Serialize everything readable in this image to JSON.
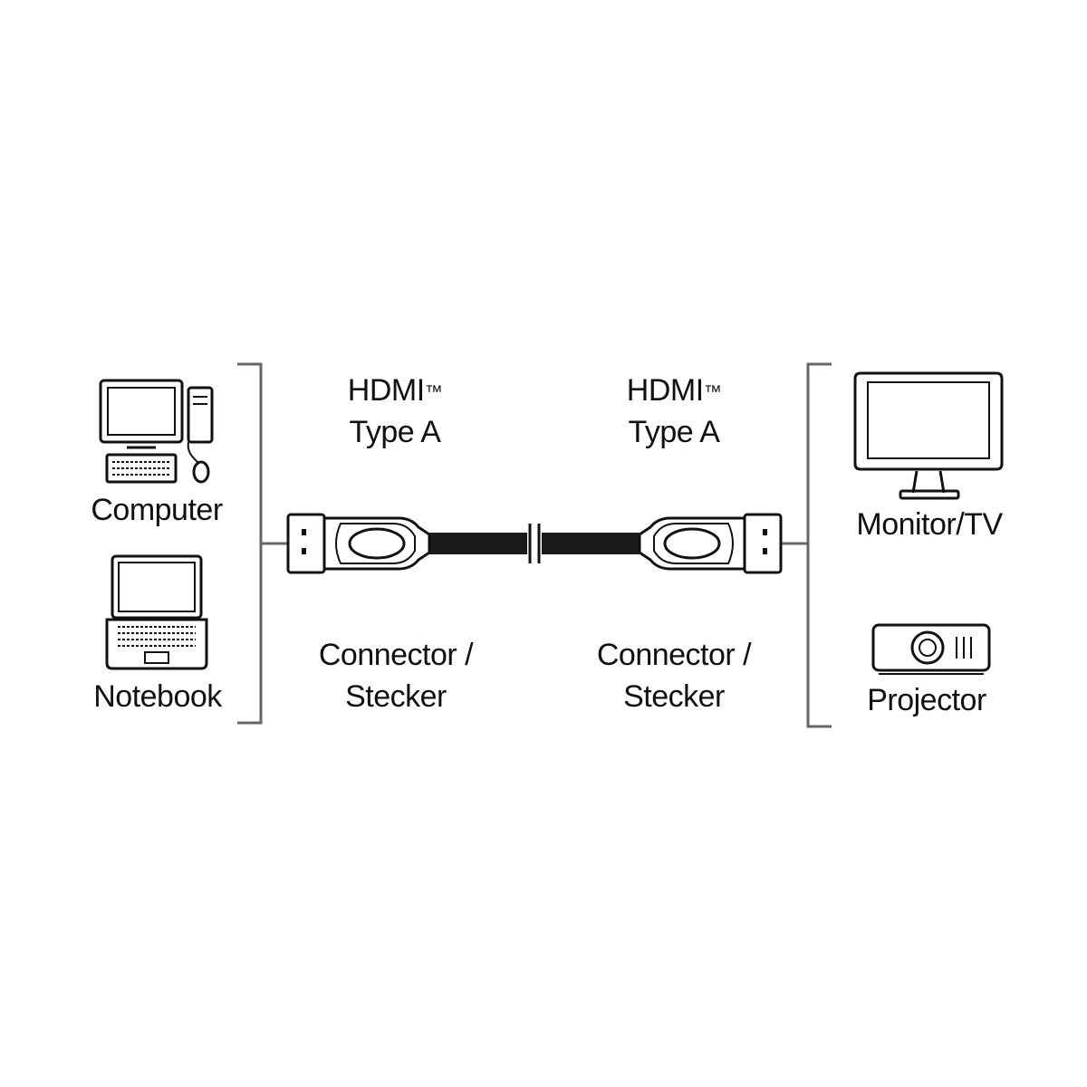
{
  "colors": {
    "ink": "#111111",
    "line": "#666666",
    "cable": "#1a1a1a"
  },
  "left_devices": {
    "computer": {
      "icon": "desktop-computer-icon",
      "label": "Computer"
    },
    "notebook": {
      "icon": "laptop-icon",
      "label": "Notebook"
    }
  },
  "right_devices": {
    "monitor": {
      "icon": "monitor-tv-icon",
      "label": "Monitor/TV"
    },
    "projector": {
      "icon": "projector-icon",
      "label": "Projector"
    }
  },
  "left_connector": {
    "icon": "hdmi-plug-icon",
    "type_line1": "HDMI",
    "trademark": "™",
    "type_line2": "Type A",
    "desc_line1": "Connector /",
    "desc_line2": "Stecker"
  },
  "right_connector": {
    "icon": "hdmi-plug-icon",
    "type_line1": "HDMI",
    "trademark": "™",
    "type_line2": "Type A",
    "desc_line1": "Connector /",
    "desc_line2": "Stecker"
  }
}
